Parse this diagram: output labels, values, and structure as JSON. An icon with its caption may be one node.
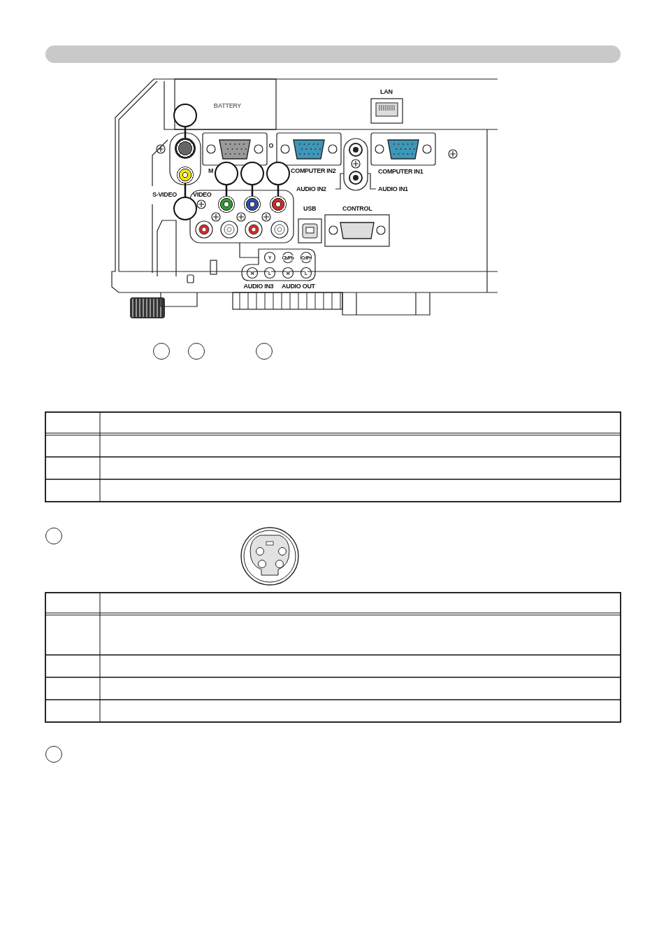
{
  "diagram": {
    "nodes": [
      {
        "text": [],
        "shape": "circle"
      },
      {
        "text": [],
        "shape": "circle"
      },
      {
        "text": [],
        "shape": "circle"
      },
      {
        "text": [],
        "shape": "circle"
      },
      {
        "text": [],
        "shape": "circle"
      },
      {
        "text": [],
        "shape": "circle"
      },
      {
        "text": [],
        "shape": "circle"
      },
      {
        "text": [],
        "shape": "circle"
      },
      {
        "text": [],
        "shape": "circle"
      },
      {
        "text": [],
        "shape": "circle"
      },
      {
        "text": [],
        "shape": "circle"
      },
      {
        "text": [],
        "shape": "circle"
      },
      {
        "text": [],
        "shape": "circle"
      },
      {
        "text": [],
        "shape": "circle"
      },
      {
        "text": [],
        "shape": "circle"
      },
      {
        "text": [],
        "shape": "bar"
      }
    ],
    "edges": [
      {
        "from": 0,
        "to": 5,
        "arrow": "none"
      },
      {
        "from": 1,
        "to": 6,
        "arrow": "none"
      },
      {
        "from": 2,
        "to": 7,
        "arrow": "none"
      },
      {
        "from": 3,
        "to": 8,
        "arrow": "none"
      },
      {
        "from": 4,
        "to": 9,
        "arrow": "none"
      }
    ],
    "labels": [
      "BATTERY",
      "LAN",
      "M",
      "COMPUTER IN2",
      "COMPUTER IN1",
      "AUDIO IN2",
      "AUDIO IN1",
      "S-VIDEO",
      "VIDEO",
      "USB",
      "CONTROL",
      "Y",
      "Cb/Pb",
      "Cr/Pr",
      "R",
      "L",
      "R",
      "L",
      "AUDIO IN3",
      "AUDIO OUT"
    ]
  }
}
